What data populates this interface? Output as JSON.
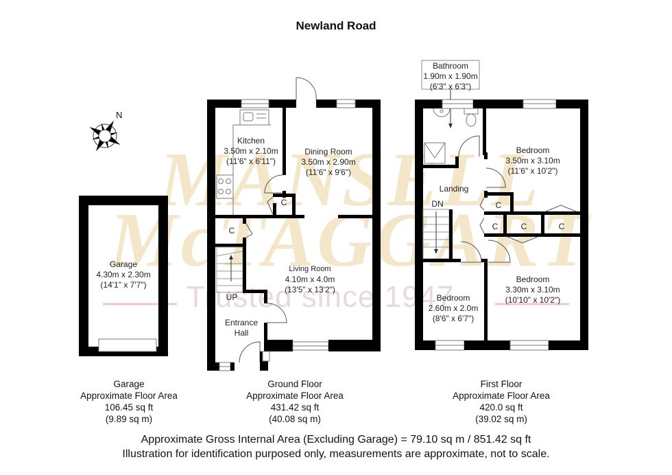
{
  "title": "Newland Road",
  "watermark": {
    "line1": "MANSELL",
    "line2": "McTAGGART",
    "tagline": "Trusted since 1947"
  },
  "compass": {
    "label": "N",
    "icon": "compass-rose-icon"
  },
  "colors": {
    "wall": "#000000",
    "watermark_gold": "#f3e6c9",
    "watermark_pink": "#e7d9dc",
    "accent_line": "#f0c6d2"
  },
  "rooms": {
    "garage": {
      "name": "Garage",
      "metric": "4.30m x 2.30m",
      "imperial": "(14'1\" x 7'7\")"
    },
    "kitchen": {
      "name": "Kitchen",
      "metric": "3.50m x 2.10m",
      "imperial": "(11'6\" x 6'11\")"
    },
    "dining": {
      "name": "Dining Room",
      "metric": "3.50m x 2.90m",
      "imperial": "(11'6\" x 9'6\")"
    },
    "living": {
      "name": "Living Room",
      "metric": "4.10m x 4.0m",
      "imperial": "(13'5\" x 13'2\")"
    },
    "entrance": {
      "name": "Entrance",
      "name2": "Hall"
    },
    "bathroom": {
      "name": "Bathroom",
      "metric": "1.90m x 1.90m",
      "imperial": "(6'3\" x 6'3\")"
    },
    "landing": {
      "name": "Landing"
    },
    "bedroom1": {
      "name": "Bedroom",
      "metric": "3.50m x 3.10m",
      "imperial": "(11'6\" x 10'2\")"
    },
    "bedroom2": {
      "name": "Bedroom",
      "metric": "3.30m x 3.10m",
      "imperial": "(10'10\" x 10'2\")"
    },
    "bedroom3": {
      "name": "Bedroom",
      "metric": "2.60m x 2.0m",
      "imperial": "(8'6\" x 6'7\")"
    }
  },
  "markers": {
    "cupboard": "C",
    "stairs_up": "UP",
    "stairs_down": "DN"
  },
  "areas": [
    {
      "floor": "Garage",
      "label": "Approximate Floor Area",
      "sqft": "106.45 sq ft",
      "sqm": "(9.89 sq m)"
    },
    {
      "floor": "Ground Floor",
      "label": "Approximate Floor Area",
      "sqft": "431.42 sq ft",
      "sqm": "(40.08 sq m)"
    },
    {
      "floor": "First Floor",
      "label": "Approximate Floor Area",
      "sqft": "420.0 sq ft",
      "sqm": "(39.02 sq m)"
    }
  ],
  "footer": {
    "gross": "Approximate Gross Internal Area (Excluding Garage) = 79.10 sq m / 851.42 sq ft",
    "disclaimer": "Illustration for identification purposed only, measurements are approximate, not to scale."
  }
}
